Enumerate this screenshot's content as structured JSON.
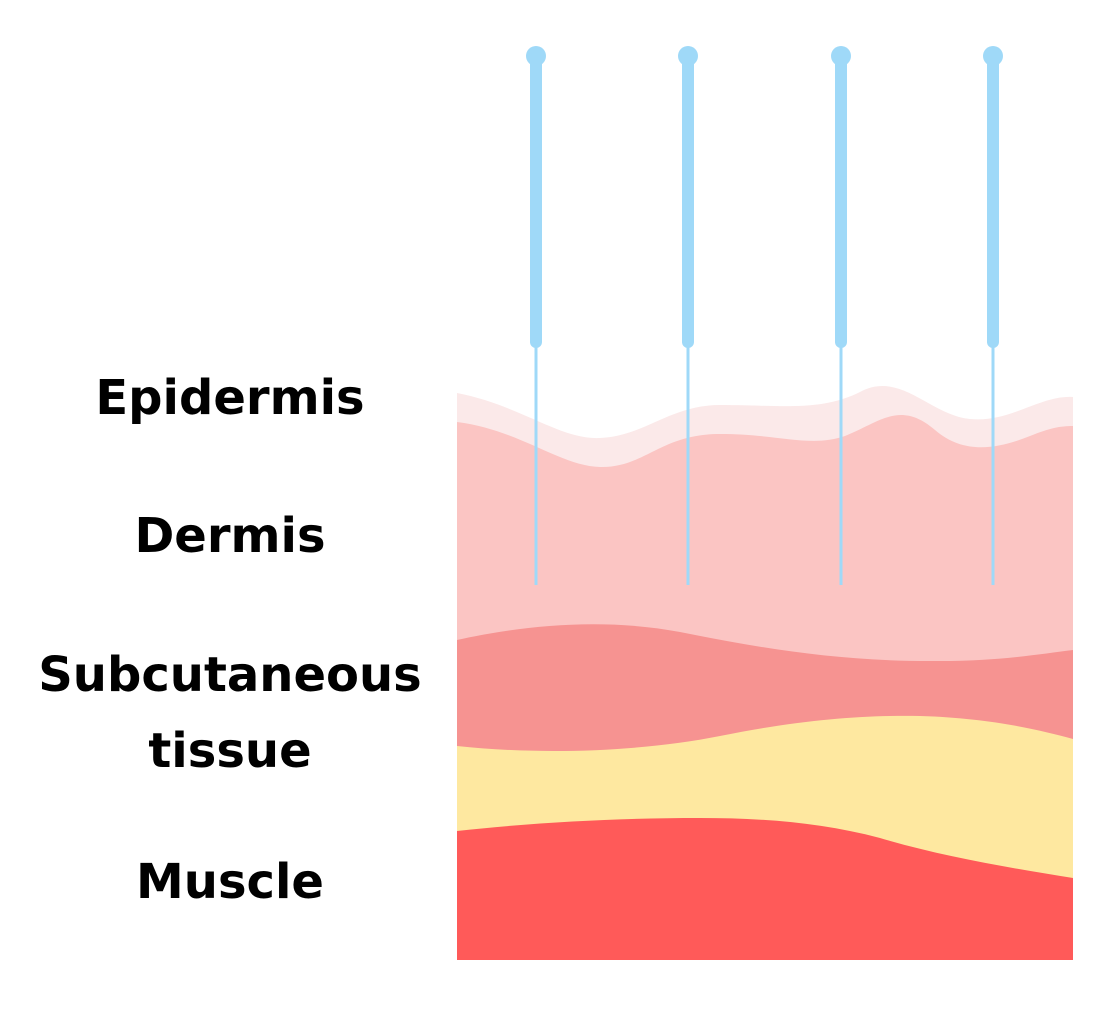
{
  "labels": {
    "epidermis": "Epidermis",
    "dermis": "Dermis",
    "subcutaneous": "Subcutaneous\ntissue",
    "muscle": "Muscle"
  },
  "colors": {
    "epidermis": "#FBE9E9",
    "dermis": "#FBC5C3",
    "subcutaneous": "#F69391",
    "fat": "#FEE8A0",
    "muscle": "#FF5A59",
    "needle": "#9FD9F8"
  },
  "needle_count": 4
}
